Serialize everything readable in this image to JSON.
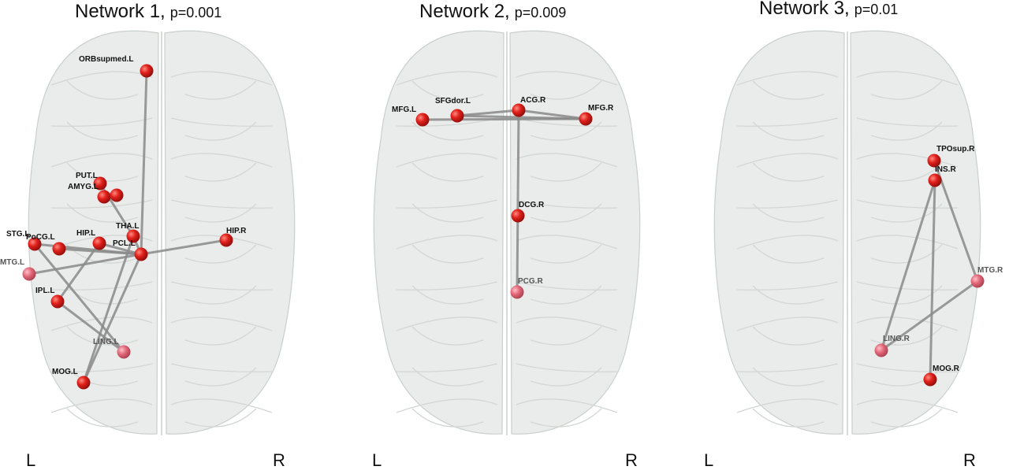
{
  "networks": [
    {
      "title": "Network 1",
      "p": "p=0.001",
      "left_label": "L",
      "right_label": "R",
      "nodes": [
        {
          "id": "ORB",
          "label": "ORBsupmed.L",
          "faded": false
        },
        {
          "id": "PUT",
          "label": "PUT.L",
          "faded": false
        },
        {
          "id": "AMYG",
          "label": "AMYG.L",
          "faded": false
        },
        {
          "id": "n1",
          "label": "",
          "faded": false
        },
        {
          "id": "THA",
          "label": "THA.L",
          "faded": false
        },
        {
          "id": "HIPL",
          "label": "HIP.L",
          "faded": false
        },
        {
          "id": "HIPR",
          "label": "HIP.R",
          "faded": false
        },
        {
          "id": "STG",
          "label": "STG.L",
          "faded": false
        },
        {
          "id": "PoCG",
          "label": "PoCG.L",
          "faded": false
        },
        {
          "id": "PCL",
          "label": "PCL.L",
          "faded": false
        },
        {
          "id": "MTG",
          "label": "MTG.L",
          "faded": true
        },
        {
          "id": "IPL",
          "label": "IPL.L",
          "faded": false
        },
        {
          "id": "LING",
          "label": "LING.L",
          "faded": true
        },
        {
          "id": "MOG",
          "label": "MOG.L",
          "faded": false
        }
      ]
    },
    {
      "title": "Network 2",
      "p": "p=0.009",
      "left_label": "L",
      "right_label": "R",
      "nodes": [
        {
          "id": "MFGL",
          "label": "MFG.L",
          "faded": false
        },
        {
          "id": "SFG",
          "label": "SFGdor.L",
          "faded": false
        },
        {
          "id": "ACG",
          "label": "ACG.R",
          "faded": false
        },
        {
          "id": "MFGR",
          "label": "MFG.R",
          "faded": false
        },
        {
          "id": "DCG",
          "label": "DCG.R",
          "faded": false
        },
        {
          "id": "PCG",
          "label": "PCG.R",
          "faded": true
        }
      ]
    },
    {
      "title": "Network 3",
      "p": "p=0.01",
      "left_label": "L",
      "right_label": "R",
      "nodes": [
        {
          "id": "TPO",
          "label": "TPOsup.R",
          "faded": false
        },
        {
          "id": "INS",
          "label": "INS.R",
          "faded": false
        },
        {
          "id": "MTG",
          "label": "MTG.R",
          "faded": true
        },
        {
          "id": "LING",
          "label": "LING.R",
          "faded": true
        },
        {
          "id": "MOG",
          "label": "MOG.R",
          "faded": false
        }
      ]
    }
  ],
  "colors": {
    "node": "#e0201b",
    "node_faded": "#e06070",
    "edge": "#8a8a8a",
    "brain": "#e9ecea"
  }
}
